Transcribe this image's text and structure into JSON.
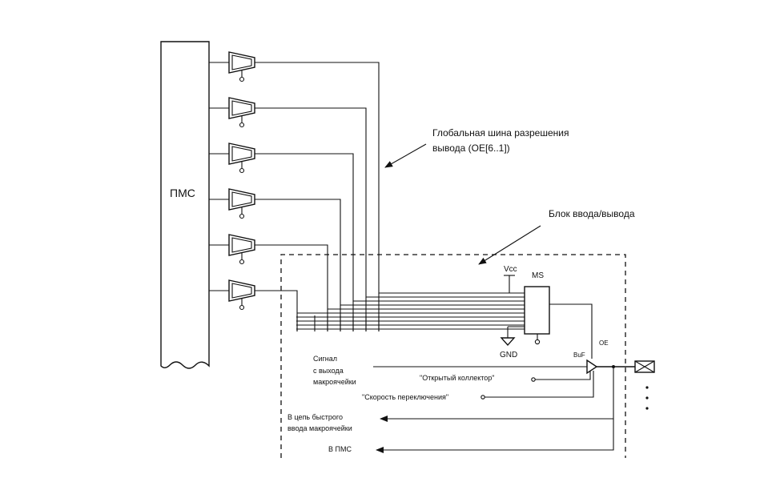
{
  "labels": {
    "pms": "ПМС",
    "bus_line1": "Глобальная шина разрешения",
    "bus_line2": "вывода (OE[6..1])",
    "io_block": "Блок ввода/вывода",
    "vcc": "Vcc",
    "gnd": "GND",
    "ms": "MS",
    "oe": "OE",
    "buf": "BuF",
    "signal1": "Сигнал",
    "signal2": "с выхода",
    "signal3": "макроячейки",
    "open_collector": "\"Открытый коллектор\"",
    "slew_rate": "\"Скорость переключения\"",
    "fast_input1": "В цепь быстрого",
    "fast_input2": "ввода макроячейки",
    "to_pms": "В ПМС"
  },
  "mux_count": 6,
  "bus_lines": 6
}
